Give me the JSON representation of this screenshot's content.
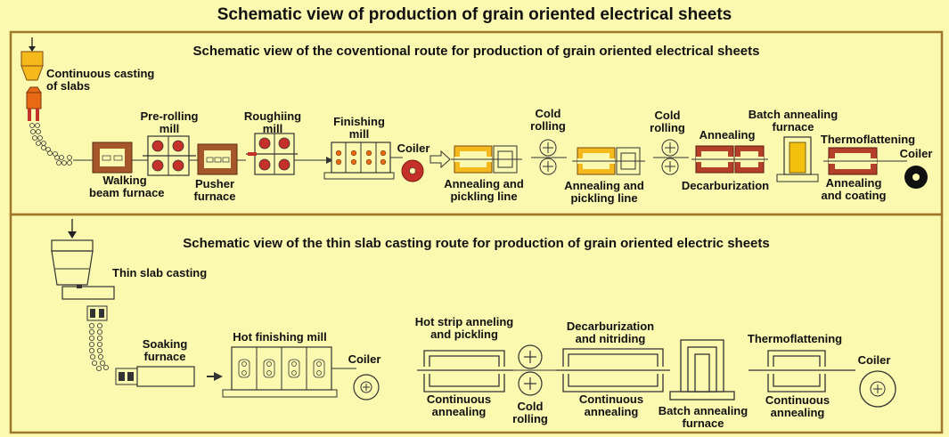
{
  "title": "Schematic view of production of grain oriented electrical sheets",
  "conventional": {
    "title": "Schematic view of the coventional route for production of grain oriented electrical sheets",
    "continuous_casting": "Continuous casting\nof slabs",
    "walking_beam": "Walking\nbeam furnace",
    "pre_rolling": "Pre-rolling\nmill",
    "pusher": "Pusher\nfurnace",
    "roughing": "Roughiing\nmill",
    "finishing": "Finishing\nmill",
    "coiler1": "Coiler",
    "annealing_pickling_1": "Annealing and\npickling line",
    "cold_rolling_1": "Cold\nrolling",
    "annealing_pickling_2": "Annealing and\npickling line",
    "cold_rolling_2": "Cold\nrolling",
    "annealing": "Annealing",
    "decarburization": "Decarburization",
    "batch_annealing": "Batch annealing\nfurnace",
    "thermoflattening": "Thermoflattening",
    "annealing_coating": "Annealing\nand coating",
    "coiler2": "Coiler"
  },
  "thin_slab": {
    "title": "Schematic view of the thin slab casting route for production of grain oriented electric sheets",
    "thin_slab_casting": "Thin slab casting",
    "soaking": "Soaking\nfurnace",
    "hot_finishing": "Hot finishing mill",
    "coiler1": "Coiler",
    "hot_strip": "Hot strip anneling\nand pickling",
    "continuous_annealing_1": "Continuous\nannealing",
    "cold_rolling": "Cold\nrolling",
    "decarb_nitriding": "Decarburization\nand nitriding",
    "continuous_annealing_2": "Continuous\nannealing",
    "batch_annealing": "Batch annealing\nfurnace",
    "thermoflattening": "Thermoflattening",
    "continuous_annealing_3": "Continuous\nannealing",
    "coiler2": "Coiler"
  },
  "colors": {
    "background": "#fbf8b0",
    "frame": "#a0782c",
    "furnace_brown": "#a5562a",
    "roll_red": "#c4312a",
    "casting_orange": "#e86a14",
    "casting_yellow": "#f6b91c",
    "batch_yellow": "#f3c00e",
    "annealing_red": "#b5402a"
  }
}
